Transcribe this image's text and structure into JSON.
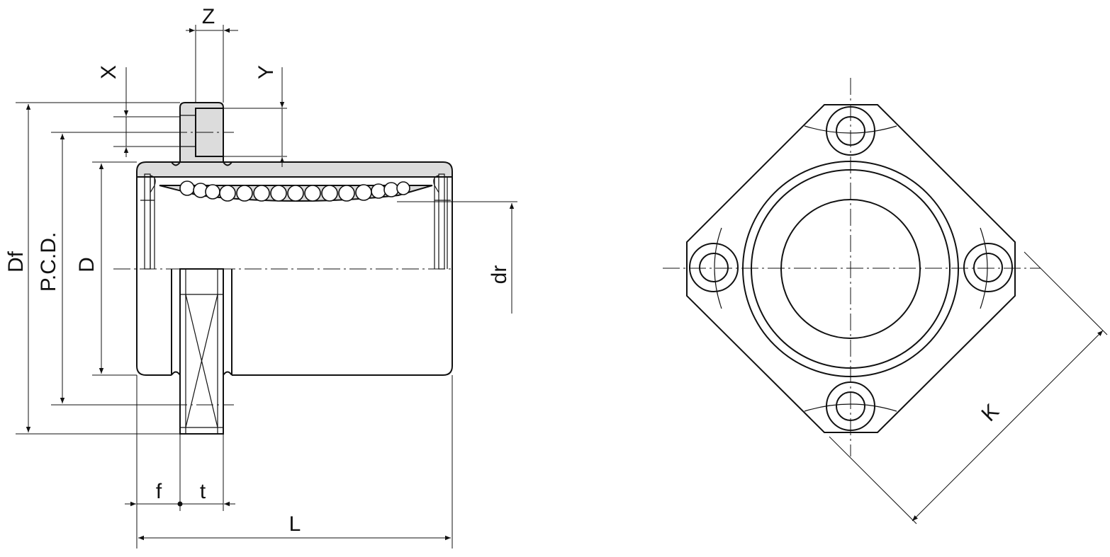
{
  "labels": {
    "z": "Z",
    "x": "X",
    "y": "Y",
    "df": "Df",
    "pcd": "P.C.D.",
    "d": "D",
    "dr": "dr",
    "f": "f",
    "t": "t",
    "l": "L",
    "k": "K"
  }
}
